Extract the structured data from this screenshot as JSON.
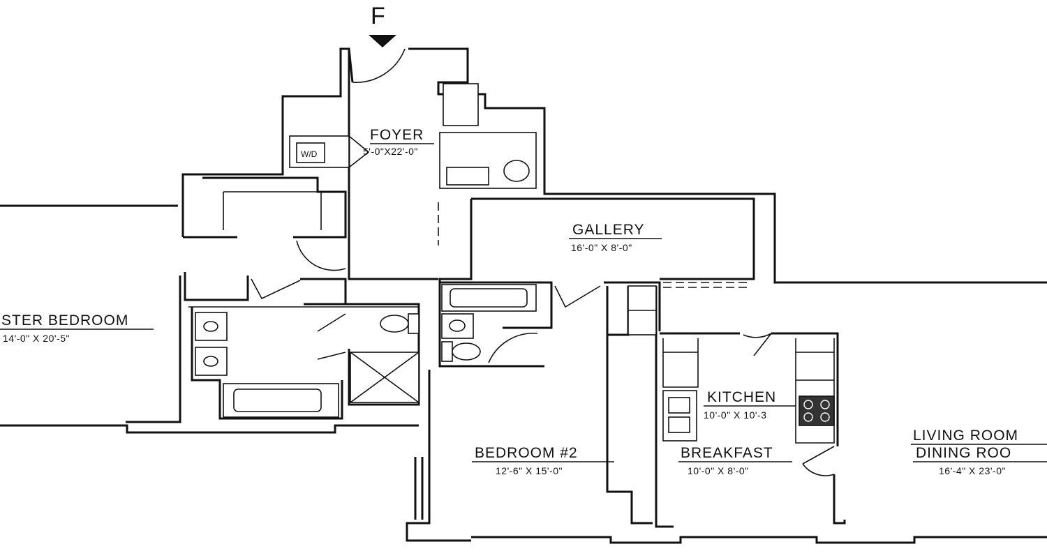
{
  "entry": {
    "marker": "F"
  },
  "rooms": {
    "foyer": {
      "name": "FOYER",
      "dims": "5'-0\"X22'-0\""
    },
    "wd": {
      "name": "W/D"
    },
    "gallery": {
      "name": "GALLERY",
      "dims": "16'-0\" X 8'-0\""
    },
    "master": {
      "name": "STER BEDROOM",
      "dims": "14'-0\" X 20'-5\""
    },
    "bedroom2": {
      "name": "BEDROOM #2",
      "dims": "12'-6\" X 15'-0\""
    },
    "kitchen": {
      "name": "KITCHEN",
      "dims": "10'-0\" X 10'-3"
    },
    "breakfast": {
      "name": "BREAKFAST",
      "dims": "10'-0\" X 8'-0\""
    },
    "living": {
      "name_line1": "LIVING ROOM",
      "name_line2": "DINING ROO",
      "dims": "16'-4\" X 23'-0\""
    }
  }
}
